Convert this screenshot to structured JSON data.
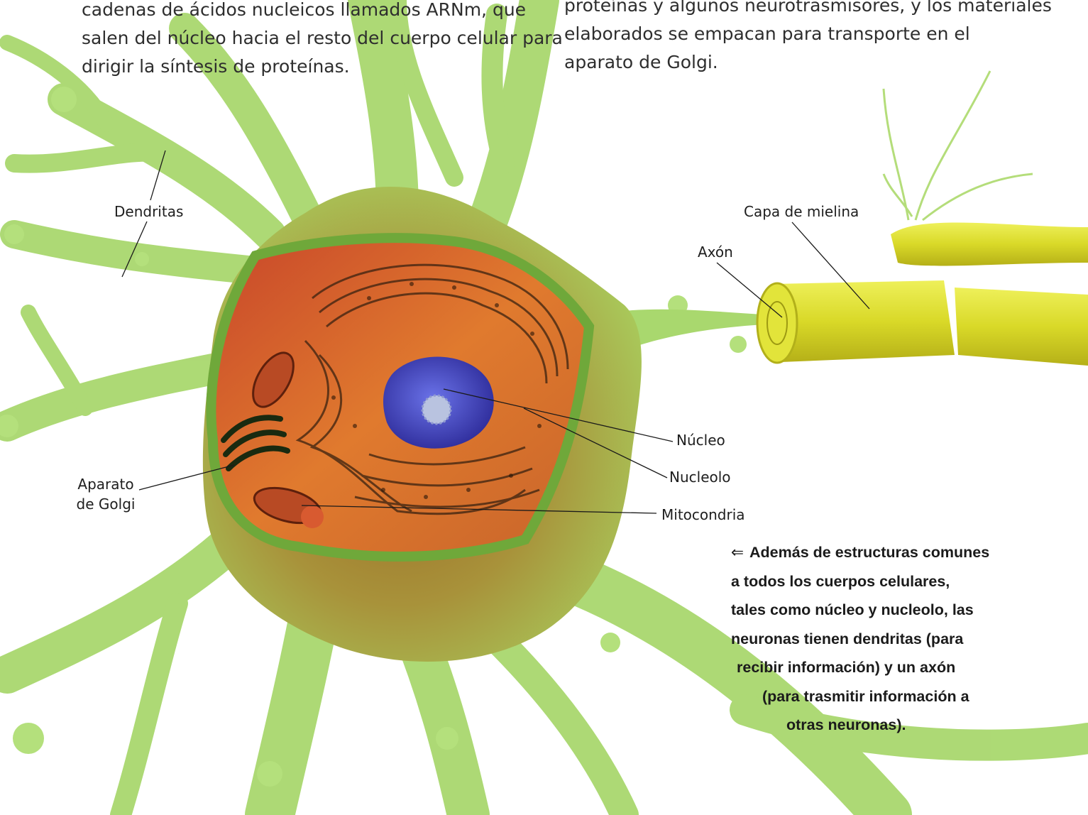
{
  "text_left": [
    "cadenas de ácidos nucleicos llamados ARNm, que",
    "salen del núcleo hacia el resto del cuerpo celular para",
    "dirigir la síntesis de proteínas."
  ],
  "text_right": [
    "proteínas y algunos neurotrasmisores, y los materiales",
    "elaborados se empacan para transporte en el",
    "aparato de Golgi."
  ],
  "labels": {
    "dendritas": "Dendritas",
    "capa_mielina": "Capa de mielina",
    "axon": "Axón",
    "nucleo": "Núcleo",
    "nucleolo": "Nucleolo",
    "mitocondria": "Mitocondria",
    "golgi_1": "Aparato",
    "golgi_2": "de Golgi"
  },
  "caption": {
    "arrow_icon": "left-arrow-icon",
    "lines": [
      "Además de estructuras comunes",
      "a todos los cuerpos celulares,",
      "tales como núcleo y nucleolo, las",
      "neuronas tienen dendritas (para",
      "recibir información) y un axón",
      "(para trasmitir información a",
      "otras neuronas)."
    ]
  },
  "colors": {
    "dendrite_green": "#a9d86e",
    "soma_olive": "#a89a3a",
    "cytoplasm_orange": "#d8662a",
    "nucleus_blue": "#4a4fc6",
    "myelin_yellow": "#e0e030"
  }
}
